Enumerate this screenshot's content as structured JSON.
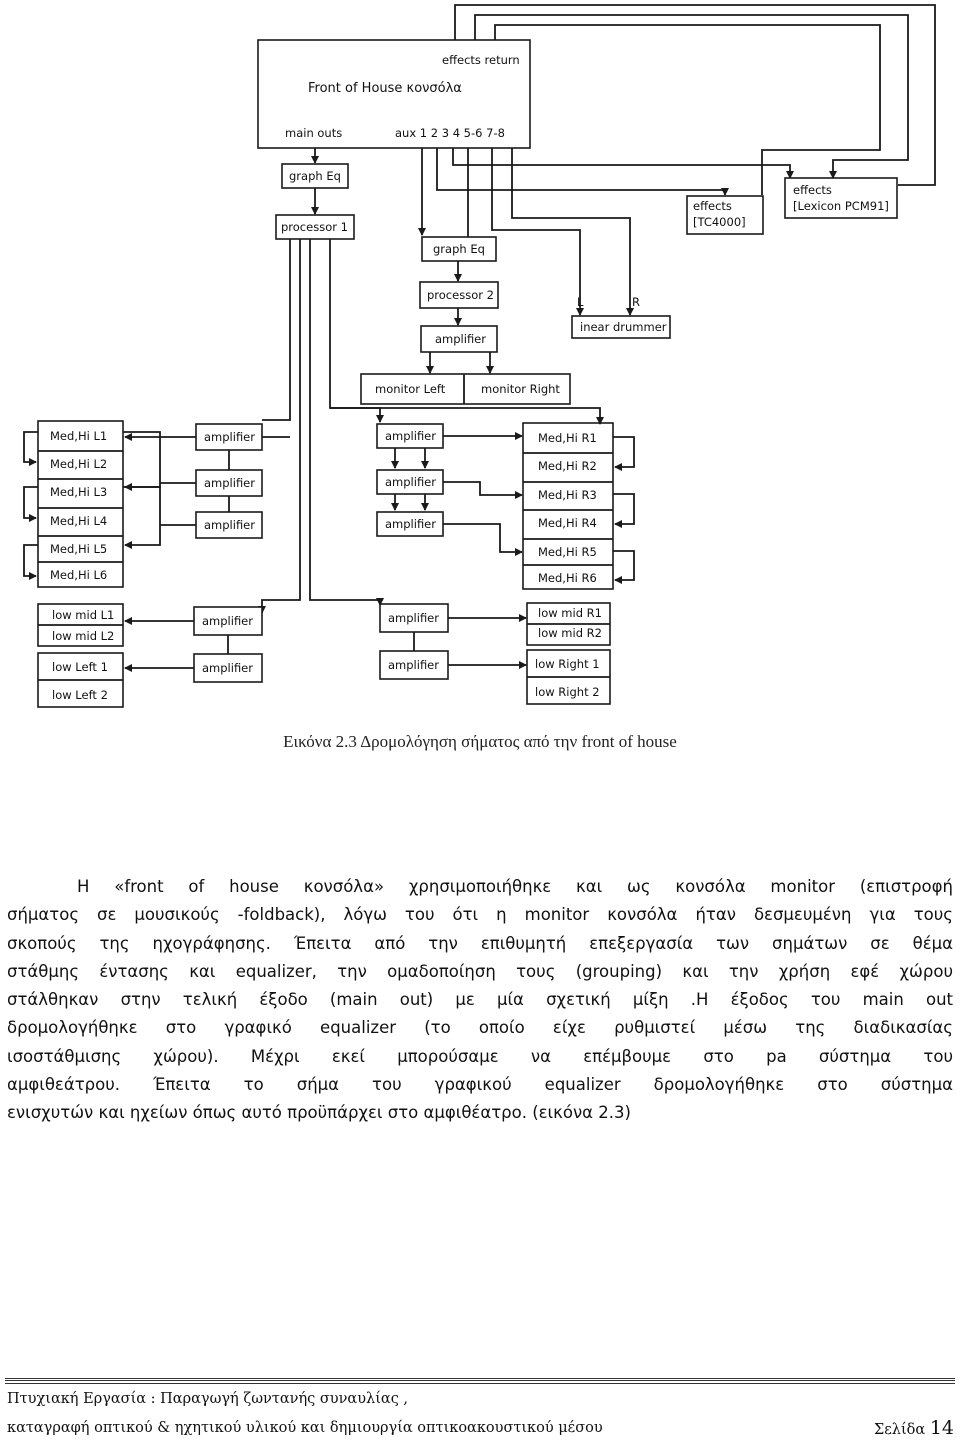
{
  "diagram": {
    "console": {
      "title": "Front of House κονσόλα",
      "effects_return": "effects return",
      "main_outs": "main outs",
      "aux": "aux 1  2  3  4  5-6  7-8"
    },
    "boxes": {
      "graph_eq_1": "graph Eq",
      "processor_1": "processor 1",
      "graph_eq_2": "graph Eq",
      "processor_2": "processor 2",
      "amplifier_monitor": "amplifier",
      "monitor_left": "monitor Left",
      "monitor_right": "monitor Right",
      "effects_tc": [
        "effects",
        "[TC4000]"
      ],
      "effects_lexicon": [
        "effects",
        "[Lexicon PCM91]"
      ],
      "inear": "inear drummer",
      "inear_l": "L",
      "inear_r": "R"
    },
    "left_speakers": [
      "Med,Hi L1",
      "Med,Hi L2",
      "Med,Hi L3",
      "Med,Hi L4",
      "Med,Hi L5",
      "Med,Hi L6"
    ],
    "right_speakers": [
      "Med,Hi R1",
      "Med,Hi R2",
      "Med,Hi R3",
      "Med,Hi R4",
      "Med,Hi R5",
      "Med,Hi R6"
    ],
    "left_low": [
      "low mid L1",
      "low mid L2",
      "low Left 1",
      "low Left 2"
    ],
    "right_low": [
      "low mid R1",
      "low mid R2",
      "low Right 1",
      "low Right 2"
    ],
    "amplifier": "amplifier"
  },
  "caption": "Εικόνα 2.3 Δρομολόγηση σήματος από την front of house",
  "paragraph_lines": [
    "Η «front of house κονσόλα» χρησιμοποιήθηκε και ως κονσόλα monitor (επιστροφή",
    "σήματος σε μουσικούς -foldback), λόγω του ότι η monitor κονσόλα ήταν δεσμευμένη για τους",
    "σκοπούς της ηχογράφησης. Έπειτα από την επιθυμητή επεξεργασία των σημάτων σε θέμα",
    "στάθμης έντασης και equalizer, την ομαδοποίηση τους (grouping) και την χρήση εφέ χώρου",
    "στάλθηκαν στην τελική έξοδο (main out) με μία σχετική μίξη .Η έξοδος του main out",
    "δρομολογήθηκε στο γραφικό equalizer (το οποίο είχε ρυθμιστεί μέσω της διαδικασίας",
    "ισοστάθμισης χώρου). Μέχρι εκεί μπορούσαμε να επέμβουμε στο pa σύστημα του",
    "αμφιθεάτρου. Έπειτα το σήμα του γραφικού equalizer δρομολογήθηκε στο σύστημα",
    "ενισχυτών και ηχείων όπως αυτό προϋπάρχει στο αμφιθέατρο. (εικόνα 2.3)"
  ],
  "footer": {
    "line1": "Πτυχιακή Εργασία : Παραγωγή ζωντανής συναυλίας ,",
    "line2": "καταγραφή οπτικού & ηχητικού υλικού και δημιουργία οπτικοακουστικού μέσου",
    "page_label": "Σελίδα",
    "page_number": "14"
  }
}
